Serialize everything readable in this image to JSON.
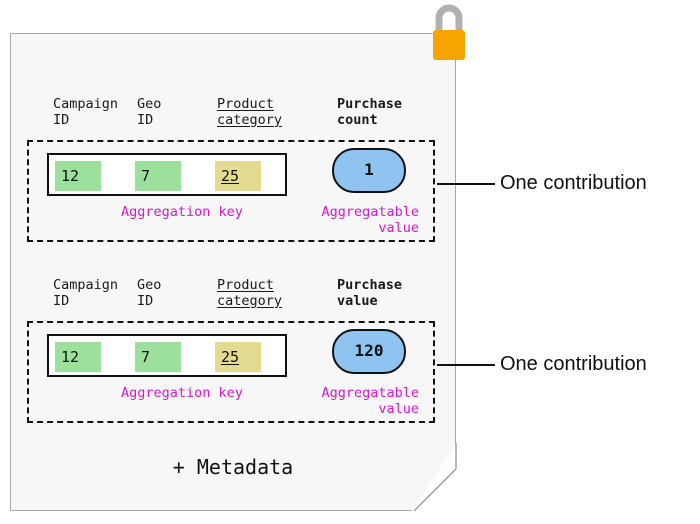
{
  "document": {
    "name": "encrypted-report",
    "lock_icon": "padlock-icon",
    "metadata_label": "+ Metadata"
  },
  "colors": {
    "key_field_green": "#9be09b",
    "key_field_yellow": "#e3db8f",
    "aggregatable_blue": "#8fc4f0",
    "annotation_magenta": "#d41ad4",
    "padlock_body": "#f7a400",
    "padlock_shackle": "#b0b0b0",
    "page_background": "#f7f7f7",
    "outline": "#111111"
  },
  "contributions": [
    {
      "headers": {
        "campaign_id": "Campaign\nID",
        "geo_id": "Geo\nID",
        "product_category": "Product\ncategory",
        "measure": "Purchase\ncount"
      },
      "key_values": {
        "campaign_id": "12",
        "geo_id": "7",
        "product_category": "25"
      },
      "aggregatable_value": "1",
      "key_label": "Aggregation key",
      "value_label": "Aggregatable\nvalue",
      "callout": "One contribution"
    },
    {
      "headers": {
        "campaign_id": "Campaign\nID",
        "geo_id": "Geo\nID",
        "product_category": "Product\ncategory",
        "measure": "Purchase\nvalue"
      },
      "key_values": {
        "campaign_id": "12",
        "geo_id": "7",
        "product_category": "25"
      },
      "aggregatable_value": "120",
      "key_label": "Aggregation key",
      "value_label": "Aggregatable\nvalue",
      "callout": "One contribution"
    }
  ]
}
